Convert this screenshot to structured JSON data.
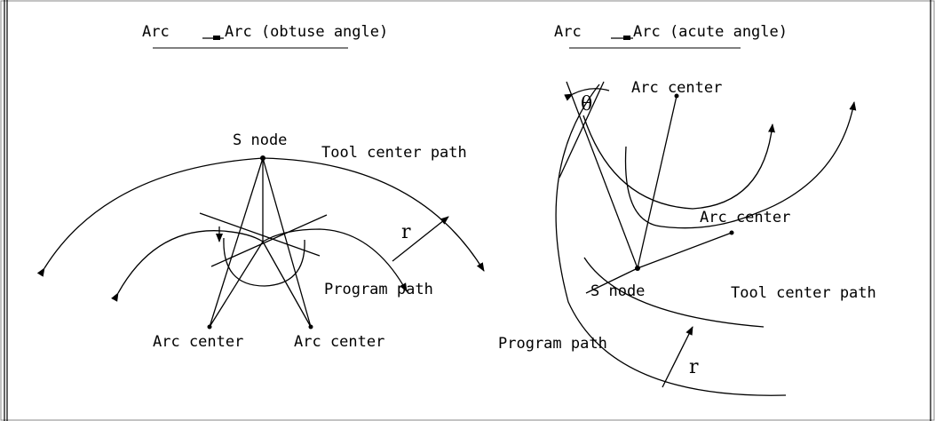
{
  "left": {
    "title_a": "Arc",
    "title_b": "Arc (obtuse angle)",
    "s_node": "S node",
    "tool_path": "Tool center path",
    "r": "r",
    "program_path": "Program path",
    "arc_center_1": "Arc center",
    "arc_center_2": "Arc center"
  },
  "right": {
    "title_a": "Arc",
    "title_b": "Arc (acute angle)",
    "theta": "θ",
    "arc_center_top": "Arc center",
    "arc_center_mid": "Arc center",
    "s_node": "S node",
    "tool_path": "Tool center path",
    "program_path": "Program path",
    "r": "r"
  }
}
